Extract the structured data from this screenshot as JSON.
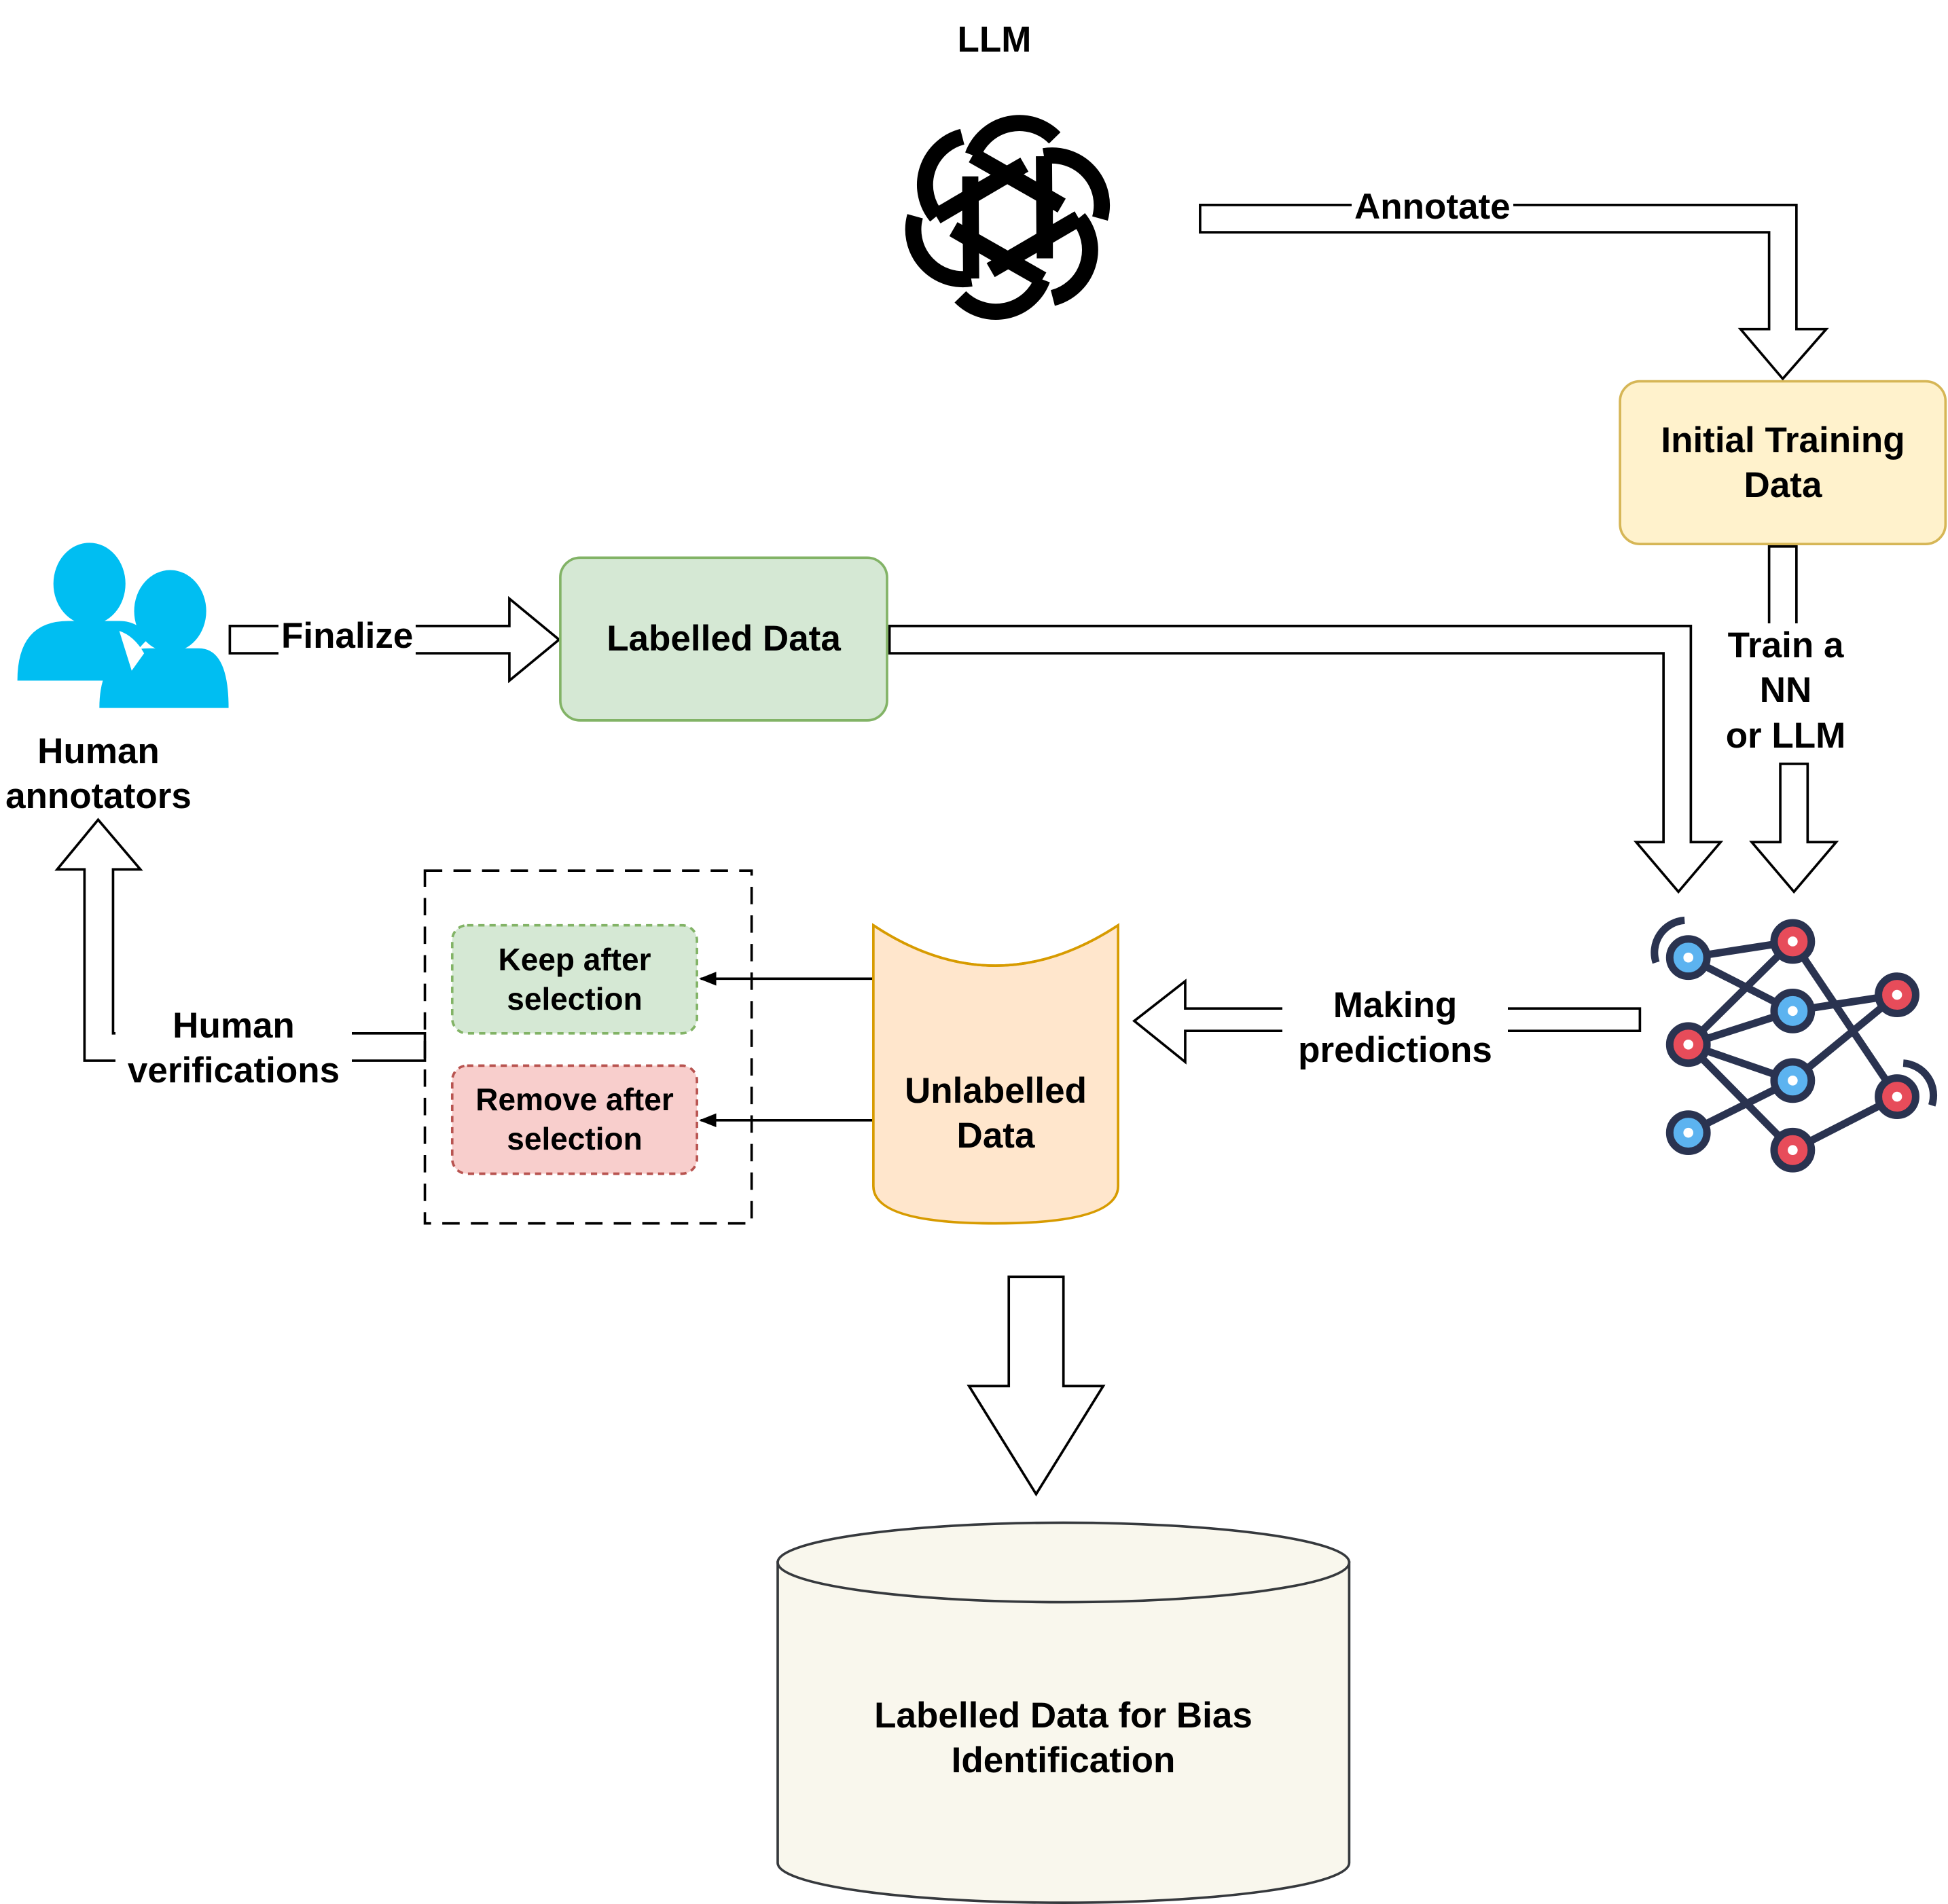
{
  "llm_label": "LLM",
  "edges": {
    "annotate": "Annotate",
    "train": "Train a\nNN\nor LLM",
    "finalize": "Finalize",
    "making_predictions": "Making\npredictions",
    "human_verifications": "Human\nverifications"
  },
  "nodes": {
    "initial_training_data": "Initial Training\nData",
    "labelled_data": "Labelled Data",
    "human_annotators": "Human\nannotators",
    "keep": "Keep after\nselection",
    "remove": "Remove after\nselection",
    "unlabelled_data": "Unlabelled\nData",
    "final_store": "Labelled Data for Bias\nIdentification"
  },
  "colors": {
    "initial_fill": "#fff2cc",
    "initial_stroke": "#d6b656",
    "labelled_fill": "#d5e8d4",
    "labelled_stroke": "#82b366",
    "keep_fill": "#d5e8d4",
    "keep_stroke": "#82b366",
    "remove_fill": "#f8cecc",
    "remove_stroke": "#b85450",
    "unlabelled_fill": "#ffe6cc",
    "unlabelled_stroke": "#d79b00",
    "final_fill": "#f9f7ed",
    "final_stroke": "#36393d",
    "people_icon": "#00bef2",
    "nn_blue": "#5cb3f0",
    "nn_red": "#e74c5a",
    "nn_dark": "#2a3350"
  },
  "icons": {
    "llm_logo": "openai-logo-icon",
    "people": "users-icon",
    "neural_net": "neural-network-icon"
  }
}
